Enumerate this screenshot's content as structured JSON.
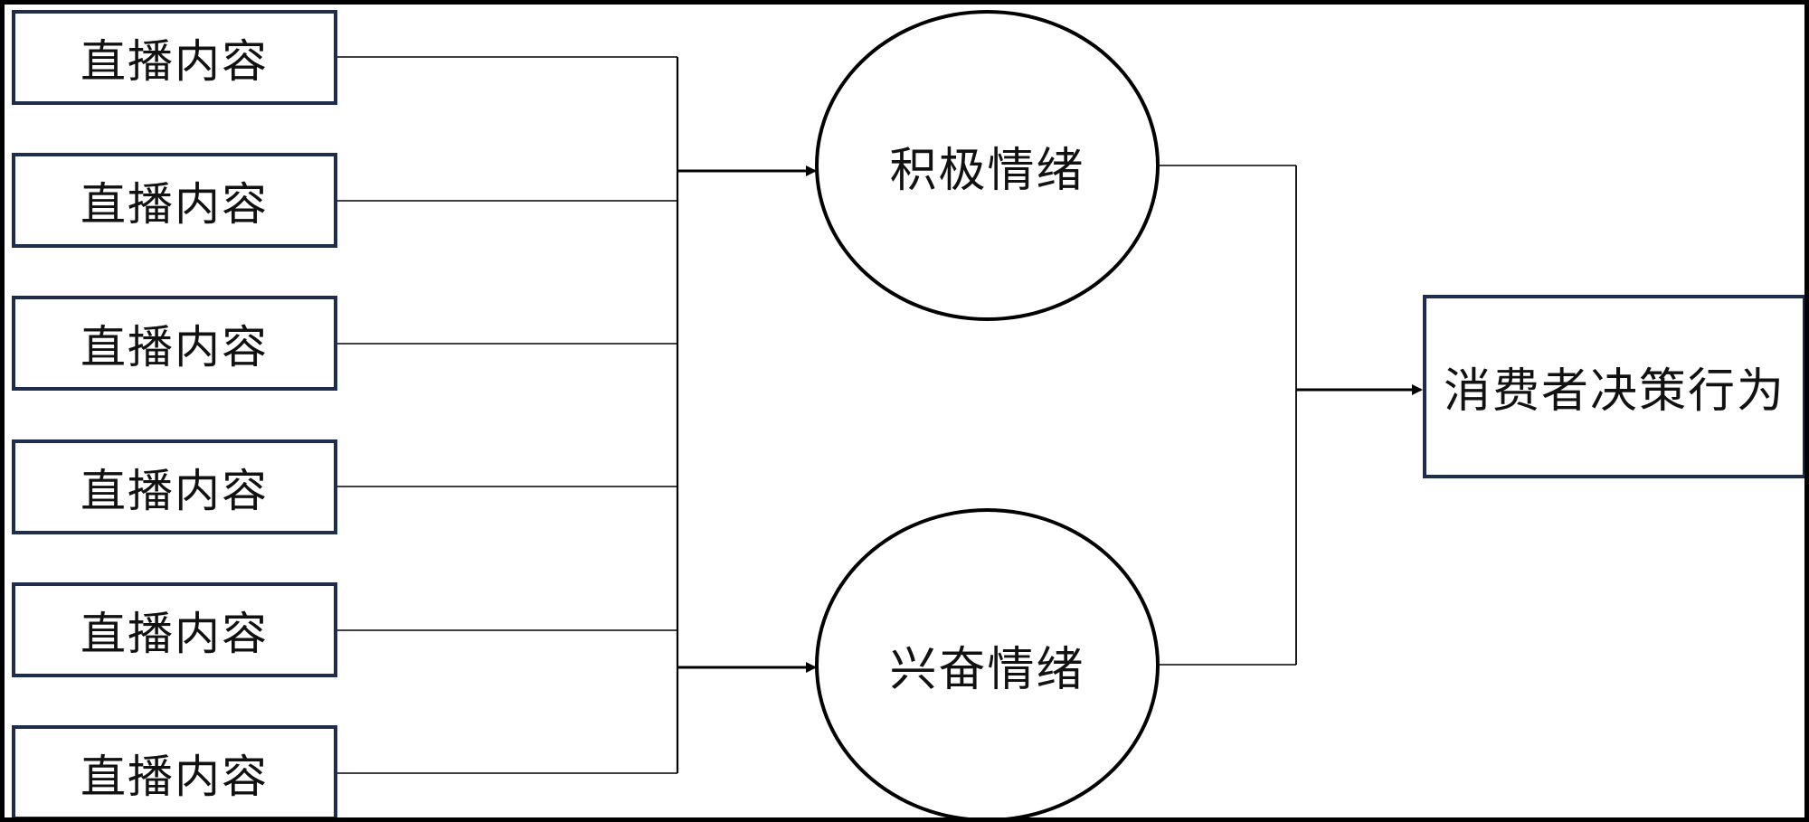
{
  "diagram": {
    "inputs": [
      {
        "label": "直播内容"
      },
      {
        "label": "直播内容"
      },
      {
        "label": "直播内容"
      },
      {
        "label": "直播内容"
      },
      {
        "label": "直播内容"
      },
      {
        "label": "直播内容"
      }
    ],
    "mediators": [
      {
        "label": "积极情绪"
      },
      {
        "label": "兴奋情绪"
      }
    ],
    "outcome": {
      "label": "消费者决策行为"
    },
    "colors": {
      "box_border": "#1f2d4d",
      "line": "#000000",
      "frame": "#000000"
    }
  }
}
